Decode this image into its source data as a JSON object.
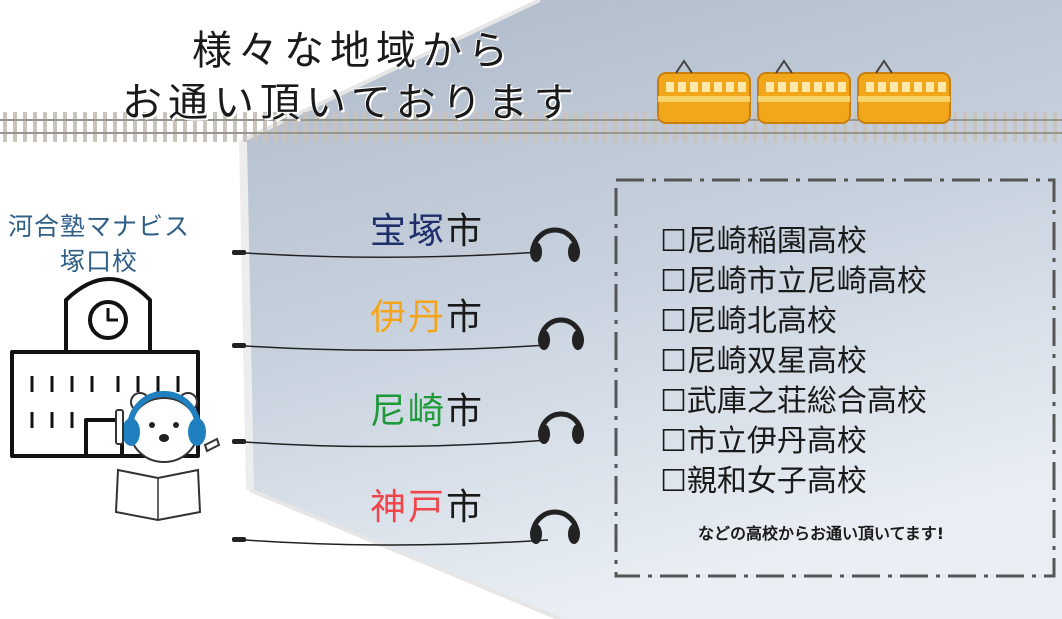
{
  "title": {
    "line1": "様々な地域から",
    "line2": "お通い頂いております"
  },
  "school": {
    "line1": "河合塾マナビス",
    "line2": "塚口校"
  },
  "cities": [
    {
      "name": "宝塚",
      "suffix": "市",
      "color": "#1f2f6b"
    },
    {
      "name": "伊丹",
      "suffix": "市",
      "color": "#f5a51c"
    },
    {
      "name": "尼崎",
      "suffix": "市",
      "color": "#1e9a3a"
    },
    {
      "name": "神戸",
      "suffix": "市",
      "color": "#f0454a"
    }
  ],
  "high_schools": [
    "☐尼崎稲園高校",
    "☐尼崎市立尼崎高校",
    "☐尼崎北高校",
    "☐尼崎双星高校",
    "☐武庫之荘総合高校",
    "☐市立伊丹高校",
    "☐親和女子高校"
  ],
  "note": "などの高校からお通い頂いてます!",
  "colors": {
    "panel": "#b8c4d2",
    "train": "#f2a71b",
    "school_text": "#2f5f87",
    "frame": "#555555"
  },
  "icons": [
    "school-building-icon",
    "bear-headphones-icon",
    "headphones-icon",
    "train-icon",
    "rail-track-icon"
  ]
}
